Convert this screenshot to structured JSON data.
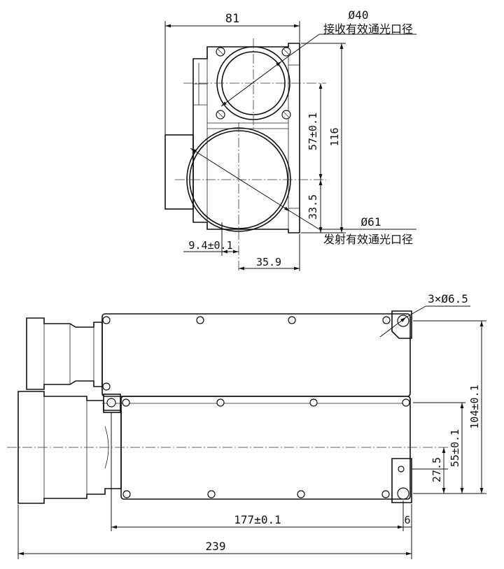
{
  "front_view": {
    "width_dim": "81",
    "receive_diameter": "Ø40",
    "receive_label": "接收有效通光口径",
    "emit_diameter": "Ø61",
    "emit_label": "发射有效通光口径",
    "spacing_dim": "57±0.1",
    "height_dim": "116",
    "lower_dim": "33.5",
    "offset_dim": "9.4±0.1",
    "center_dim": "35.9"
  },
  "side_view": {
    "hole_callout": "3×Ø6.5",
    "hole_span_dim": "104±0.1",
    "hole_offset_dim": "55±0.1",
    "axis_offset_dim": "27.5",
    "base_length_dim": "177±0.1",
    "edge_dim": "6",
    "total_length_dim": "239"
  }
}
